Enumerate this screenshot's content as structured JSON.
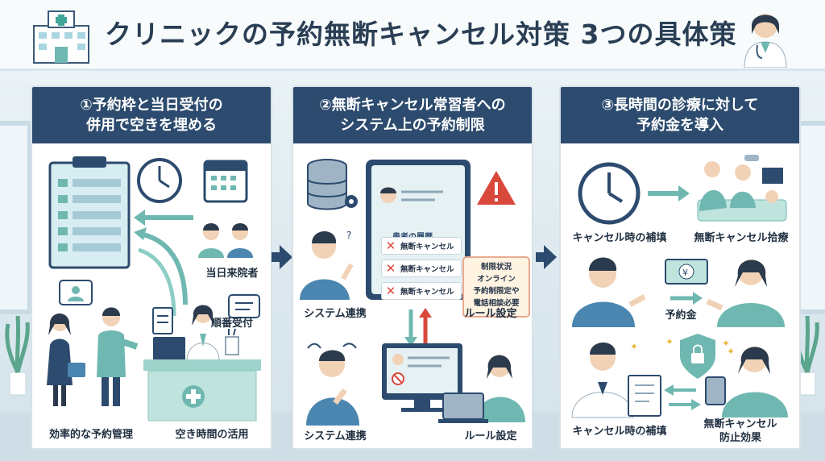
{
  "title": "クリニックの予約無断キャンセル対策 3つの具体策",
  "colors": {
    "navy": "#2c4b6e",
    "teal": "#6fb8b1",
    "red": "#d8483b",
    "mint": "#bfe3dd"
  },
  "panels": [
    {
      "heading_line1": "①予約枠と当日受付の",
      "heading_line2": "併用で空きを埋める",
      "labels": {
        "walk_in": "当日来院者",
        "order_reception": "順番受付",
        "efficient_booking": "効率的な予約管理",
        "use_free_time": "空き時間の活用"
      }
    },
    {
      "heading_line1": "②無断キャンセル常習者への",
      "heading_line2": "システム上の予約制限",
      "tablet_title": "患者の履歴",
      "cancel_rows": [
        "無断キャンセル",
        "無断キャンセル",
        "無断キャンセル"
      ],
      "note_lines": [
        "制限状況",
        "オンライン",
        "予約制限定や",
        "電話相談必要"
      ],
      "labels": {
        "system_link_top": "システム連携",
        "rule_setting_top": "ルール設定",
        "system_link_bottom": "システム連携",
        "rule_setting_bottom": "ルール設定"
      }
    },
    {
      "heading_line1": "③長時間の診療に対して",
      "heading_line2": "予約金を導入",
      "labels": {
        "cancel_compensation_top": "キャンセル時の補填",
        "no_show_treatment": "無断キャンセル拾療",
        "deposit": "予約金",
        "cancel_compensation_bottom": "キャンセル時の補填",
        "no_show_prevention": "無断キャンセル\n防止効果"
      }
    }
  ]
}
